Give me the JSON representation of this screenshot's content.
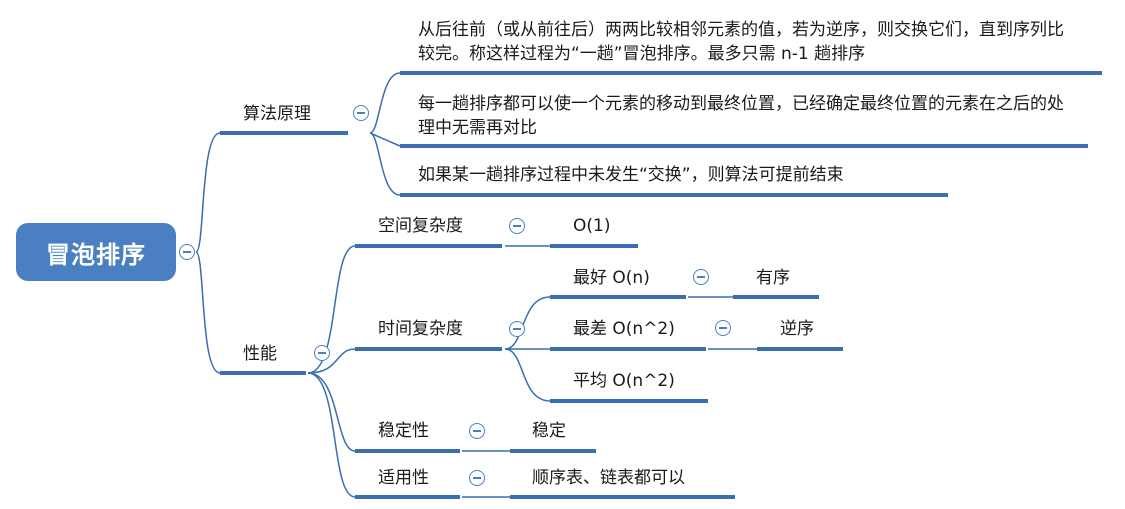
{
  "root": {
    "label": "冒泡排序"
  },
  "principle": {
    "label": "算法原理",
    "items": [
      "从后往前（或从前往后）两两比较相邻元素的值，若为逆序，则交换它们，直到序列比较完。称这样过程为“一趟”冒泡排序。最多只需 n-1 趟排序",
      "每一趟排序都可以使一个元素的移动到最终位置，已经确定最终位置的元素在之后的处理中无需再对比",
      "如果某一趟排序过程中未发生“交换”，则算法可提前结束"
    ]
  },
  "performance": {
    "label": "性能",
    "space": {
      "label": "空间复杂度",
      "value": "O(1)"
    },
    "time": {
      "label": "时间复杂度",
      "best": {
        "label": "最好 O(n)",
        "value": "有序"
      },
      "worst": {
        "label": "最差 O(n^2)",
        "value": "逆序"
      },
      "avg": {
        "label": "平均 O(n^2)"
      }
    },
    "stability": {
      "label": "稳定性",
      "value": "稳定"
    },
    "applicable": {
      "label": "适用性",
      "value": "顺序表、链表都可以"
    }
  },
  "colors": {
    "root_bg": "#4a7fc1",
    "line": "#3a6eb0"
  },
  "icons": {
    "toggle": "collapse-minus-icon"
  }
}
